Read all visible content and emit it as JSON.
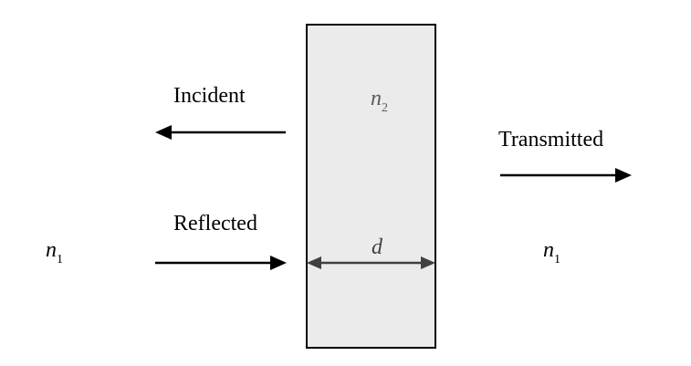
{
  "labels": {
    "incident": "Incident",
    "reflected": "Reflected",
    "transmitted": "Transmitted"
  },
  "symbols": {
    "slab_index": {
      "base": "n",
      "sub": "2"
    },
    "left_index": {
      "base": "n",
      "sub": "1"
    },
    "right_index": {
      "base": "n",
      "sub": "1"
    },
    "thickness": "d"
  },
  "colors": {
    "slab_fill": "#ebebeb",
    "slab_stroke": "#000000",
    "arrow": "#000000",
    "thickness_arrow": "#404040",
    "slab_text": "#5a5a5a"
  }
}
